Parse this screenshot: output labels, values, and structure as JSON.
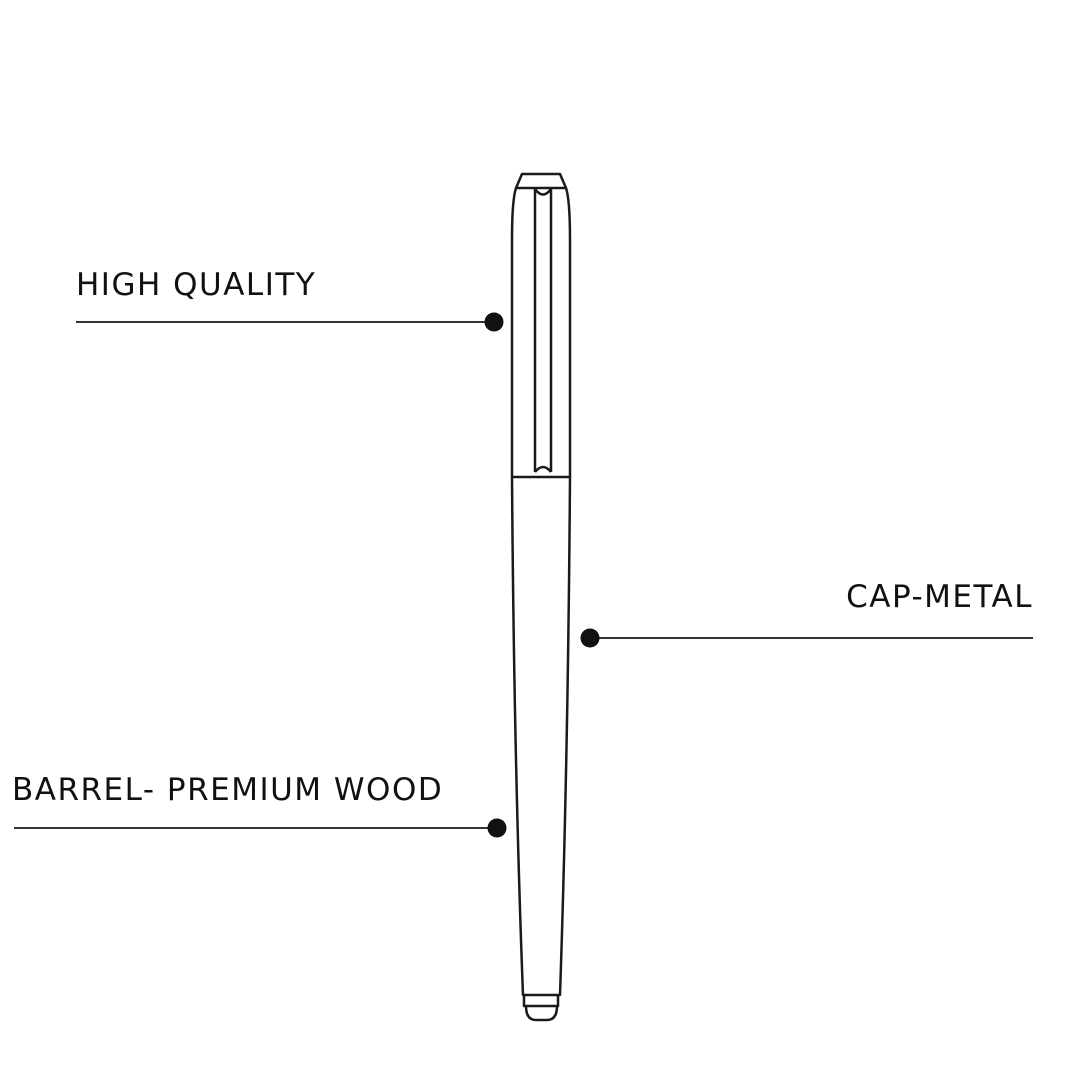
{
  "labels": {
    "high_quality": "HIGH QUALITY",
    "cap_metal": "CAP-METAL",
    "barrel": "BARREL- PREMIUM WOOD"
  },
  "colors": {
    "line": "#1a1a1a",
    "background": "#ffffff"
  }
}
